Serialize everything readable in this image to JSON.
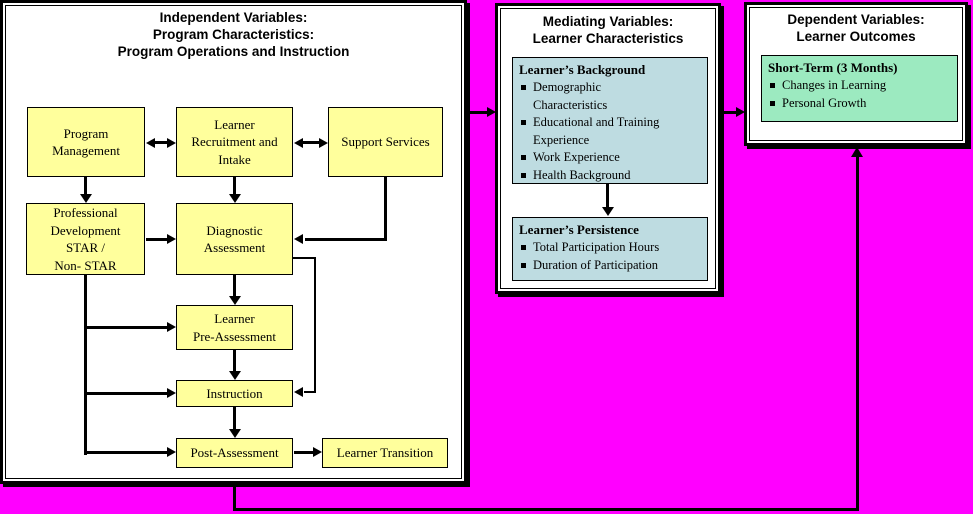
{
  "colors": {
    "background": "#FF00FF",
    "panel_bg": "#FFFFFF",
    "process_box": "#FFFF9C",
    "mediating_box": "#BEDCE1",
    "outcome_box": "#9CEAC0",
    "line": "#000000"
  },
  "independent": {
    "title": "Independent Variables:\nProgram Characteristics:\nProgram Operations and Instruction",
    "boxes": {
      "program_management": "Program\nManagement",
      "learner_recruitment": "Learner\nRecruitment and\nIntake",
      "support_services": "Support Services",
      "professional_development": "Professional\nDevelopment\nSTAR /\nNon- STAR",
      "diagnostic_assessment": "Diagnostic\nAssessment",
      "learner_pre_assessment": "Learner\nPre-Assessment",
      "instruction": "Instruction",
      "post_assessment": "Post-Assessment",
      "learner_transition": "Learner Transition"
    }
  },
  "mediating": {
    "title": "Mediating Variables:\nLearner Characteristics",
    "background": {
      "heading": "Learner’s Background",
      "items": [
        "Demographic\nCharacteristics",
        "Educational and Training\nExperience",
        "Work Experience",
        "Health Background"
      ]
    },
    "persistence": {
      "heading": "Learner’s Persistence",
      "items": [
        "Total Participation Hours",
        "Duration of Participation"
      ]
    }
  },
  "dependent": {
    "title": "Dependent Variables:\nLearner Outcomes",
    "short_term": {
      "heading": "Short-Term (3 Months)",
      "items": [
        "Changes in Learning",
        "Personal Growth"
      ]
    }
  }
}
